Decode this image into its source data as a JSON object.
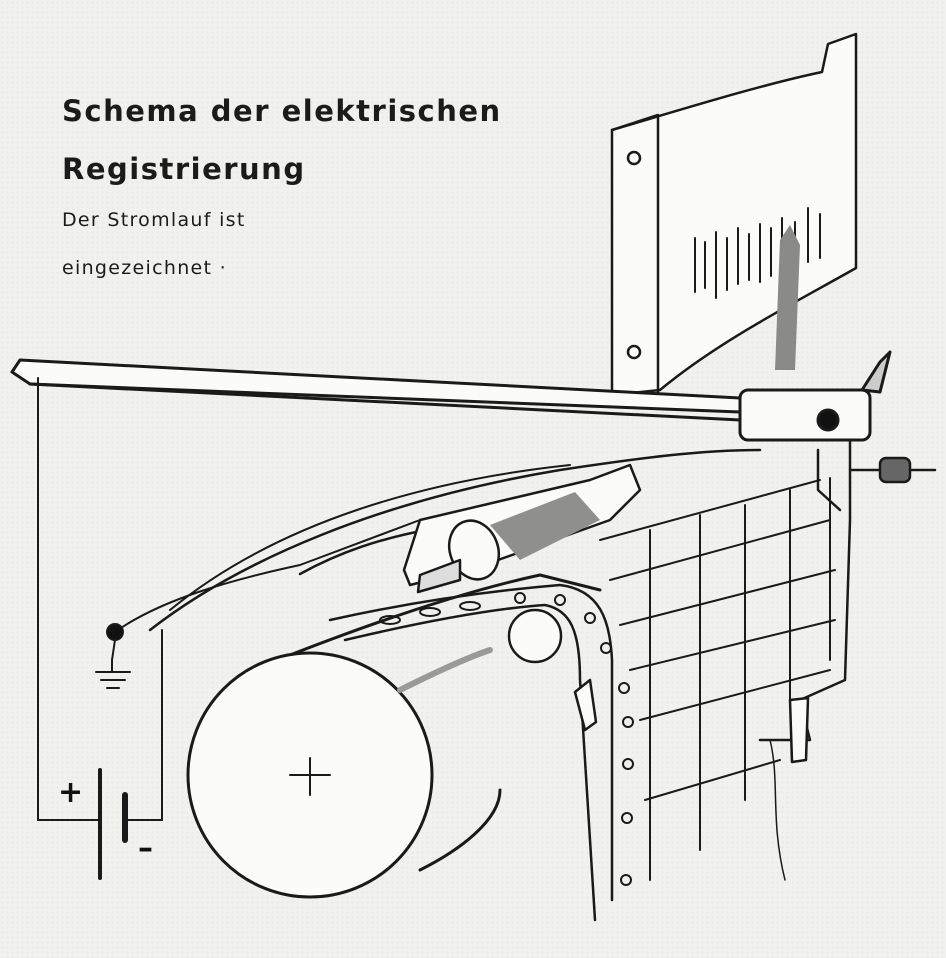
{
  "title": {
    "line1": "Schema der elektrischen",
    "line2": "Registrierung"
  },
  "subtitle": {
    "line1": "Der Stromlauf ist",
    "line2": "eingezeichnet ·"
  },
  "battery": {
    "plus_label": "+",
    "minus_label": "–"
  },
  "colors": {
    "paper": "#f1f1ef",
    "ink": "#1a1a1a"
  }
}
